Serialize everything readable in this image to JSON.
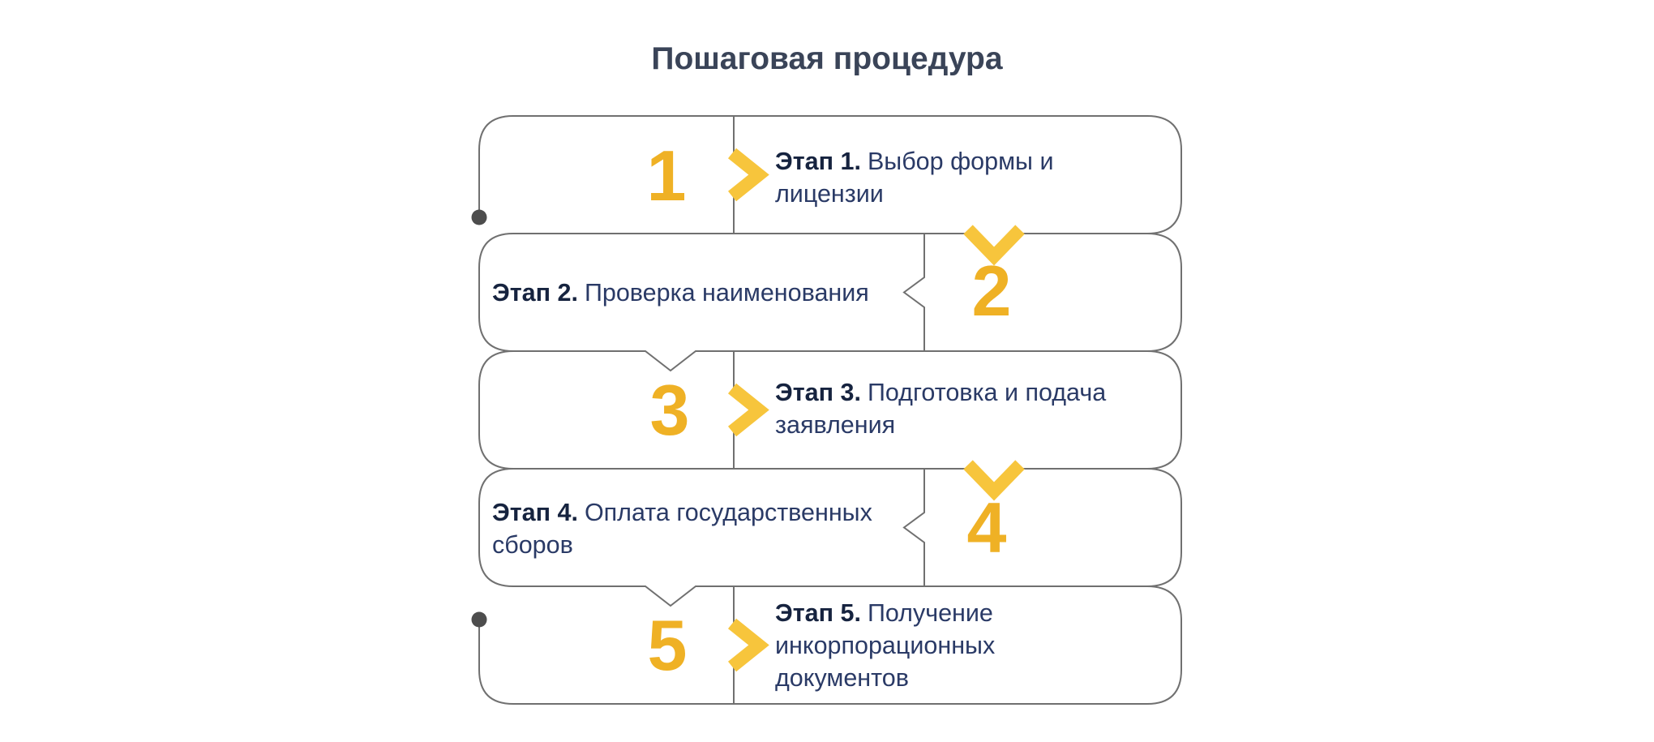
{
  "title": "Пошаговая процедура",
  "colors": {
    "background": "#FFFFFF",
    "outline": "#707070",
    "accent_number": "#EFB125",
    "accent_chevron": "#F7C53C",
    "step_label": "#16233F",
    "step_text": "#2A3A66",
    "title_text": "#3A4458",
    "dot": "#4D4D4D"
  },
  "steps": [
    {
      "number": "1",
      "label": "Этап 1.",
      "text": "Выбор формы и лицензии",
      "number_side": "left"
    },
    {
      "number": "2",
      "label": "Этап 2.",
      "text": "Проверка наименования",
      "number_side": "right"
    },
    {
      "number": "3",
      "label": "Этап 3.",
      "text": "Подготовка и подача заявления",
      "number_side": "left"
    },
    {
      "number": "4",
      "label": "Этап 4.",
      "text": "Оплата государственных сборов",
      "number_side": "right"
    },
    {
      "number": "5",
      "label": "Этап 5.",
      "text": "Получение инкорпорационных документов",
      "number_side": "left"
    }
  ]
}
